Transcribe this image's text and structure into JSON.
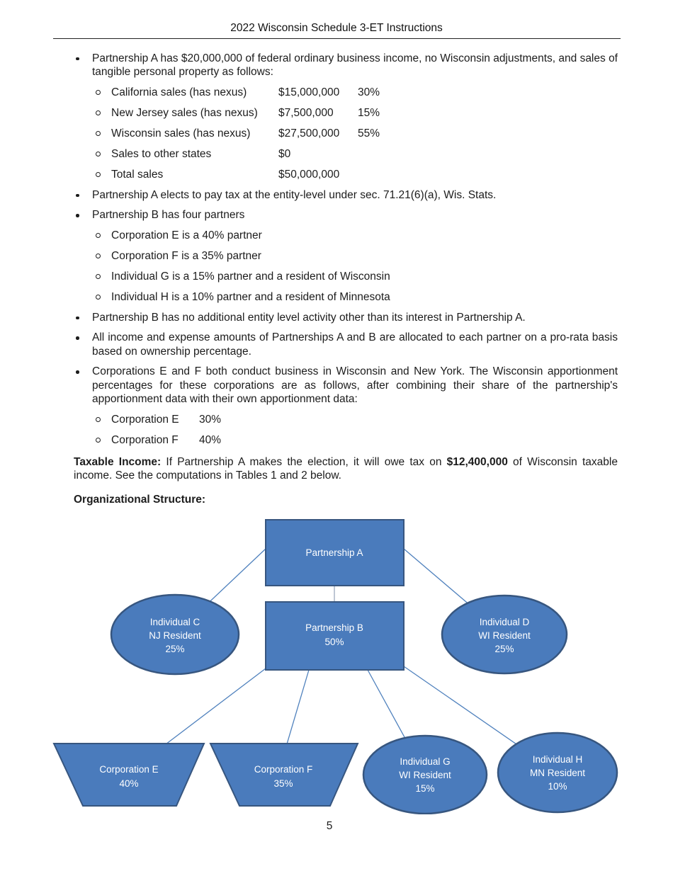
{
  "header": {
    "title": "2022 Wisconsin Schedule 3-ET Instructions"
  },
  "list": {
    "partnership_a_income": "Partnership A has $20,000,000 of federal ordinary business income, no Wisconsin adjustments, and sales of tangible personal property as follows:",
    "sales_rows": [
      {
        "label": "California sales (has nexus)",
        "amount": "$15,000,000",
        "pct": "30%"
      },
      {
        "label": "New Jersey sales (has nexus)",
        "amount": "$7,500,000",
        "pct": "15%"
      },
      {
        "label": "Wisconsin sales (has nexus)",
        "amount": "$27,500,000",
        "pct": "55%"
      },
      {
        "label": "Sales to other states",
        "amount": "$0",
        "pct": ""
      },
      {
        "label": "Total sales",
        "amount": "$50,000,000",
        "pct": ""
      }
    ],
    "partnership_a_election": "Partnership A elects to pay tax at the entity-level under sec. 71.21(6)(a), Wis. Stats.",
    "partnership_b_partners": "Partnership B has four partners",
    "partner_details": [
      "Corporation E is a 40% partner",
      "Corporation F is a 35% partner",
      "Individual G is a 15% partner and a resident of Wisconsin",
      "Individual H is a 10% partner and a resident of Minnesota"
    ],
    "partnership_b_activity": "Partnership B has no additional entity level activity other than its interest in Partnership A.",
    "allocation": "All income and expense amounts of Partnerships A and B are allocated to each partner on a pro-rata basis based on ownership percentage.",
    "apportionment": "Corporations E and F both conduct business in Wisconsin and New York. The Wisconsin apportionment percentages for these corporations are as follows, after combining their share of the partnership's apportionment data with their own apportionment data:",
    "apportionment_rows": [
      {
        "label": "Corporation E",
        "pct": "30%"
      },
      {
        "label": "Corporation F",
        "pct": "40%"
      }
    ]
  },
  "taxable_income": {
    "label": "Taxable Income:",
    "text_1": " If Partnership A makes the election, it will owe tax on ",
    "amount": "$12,400,000",
    "text_2": " of Wisconsin taxable income. See the computations in Tables 1 and 2 below."
  },
  "org_structure": {
    "heading": "Organizational Structure:"
  },
  "diagram": {
    "colors": {
      "fill": "#4A7BBC",
      "border": "#37567F",
      "connector": "#4F81BD"
    },
    "partnership_a": {
      "line1": "Partnership A"
    },
    "partnership_b": {
      "line1": "Partnership B",
      "line2": "50%"
    },
    "individual_c": {
      "line1": "Individual C",
      "line2": "NJ Resident",
      "line3": "25%"
    },
    "individual_d": {
      "line1": "Individual D",
      "line2": "WI Resident",
      "line3": "25%"
    },
    "corporation_e": {
      "line1": "Corporation E",
      "line2": "40%"
    },
    "corporation_f": {
      "line1": "Corporation F",
      "line2": "35%"
    },
    "individual_g": {
      "line1": "Individual G",
      "line2": "WI Resident",
      "line3": "15%"
    },
    "individual_h": {
      "line1": "Individual H",
      "line2": "MN Resident",
      "line3": "10%"
    }
  },
  "footer": {
    "page_number": "5"
  }
}
